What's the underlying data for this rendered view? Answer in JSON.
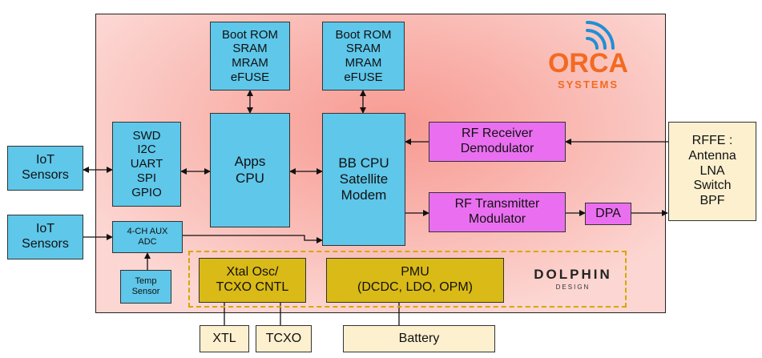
{
  "chip": {
    "boot_rom_apps": [
      "Boot ROM",
      "SRAM",
      "MRAM",
      "eFUSE"
    ],
    "boot_rom_bb": [
      "Boot ROM",
      "SRAM",
      "MRAM",
      "eFUSE"
    ],
    "interfaces": [
      "SWD",
      "I2C",
      "UART",
      "SPI",
      "GPIO"
    ],
    "apps_cpu": [
      "Apps",
      "CPU"
    ],
    "bb_cpu": [
      "BB CPU",
      "Satellite",
      "Modem"
    ],
    "rf_receiver": [
      "RF Receiver",
      "Demodulator"
    ],
    "rf_transmitter": [
      "RF Transmitter",
      "Modulator"
    ],
    "dpa": "DPA",
    "aux_adc": [
      "4-CH AUX",
      "ADC"
    ],
    "temp_sensor": [
      "Temp",
      "Sensor"
    ],
    "xtal": [
      "Xtal Osc/",
      "TCXO CNTL"
    ],
    "pmu": [
      "PMU",
      "(DCDC, LDO, OPM)"
    ]
  },
  "external": {
    "iot_sensors_1": [
      "IoT",
      "Sensors"
    ],
    "iot_sensors_2": [
      "IoT",
      "Sensors"
    ],
    "rffe": [
      "RFFE :",
      "Antenna",
      "LNA",
      "Switch",
      "BPF"
    ],
    "xtl": "XTL",
    "tcxo": "TCXO",
    "battery": "Battery"
  },
  "logos": {
    "orca_word": "ORCA",
    "orca_sub": "SYSTEMS",
    "orca_color": "#f26a21",
    "orca_arc_color": "#1f8fd6",
    "dolphin_word": "DOLPHIN",
    "dolphin_sub": "DESIGN"
  }
}
